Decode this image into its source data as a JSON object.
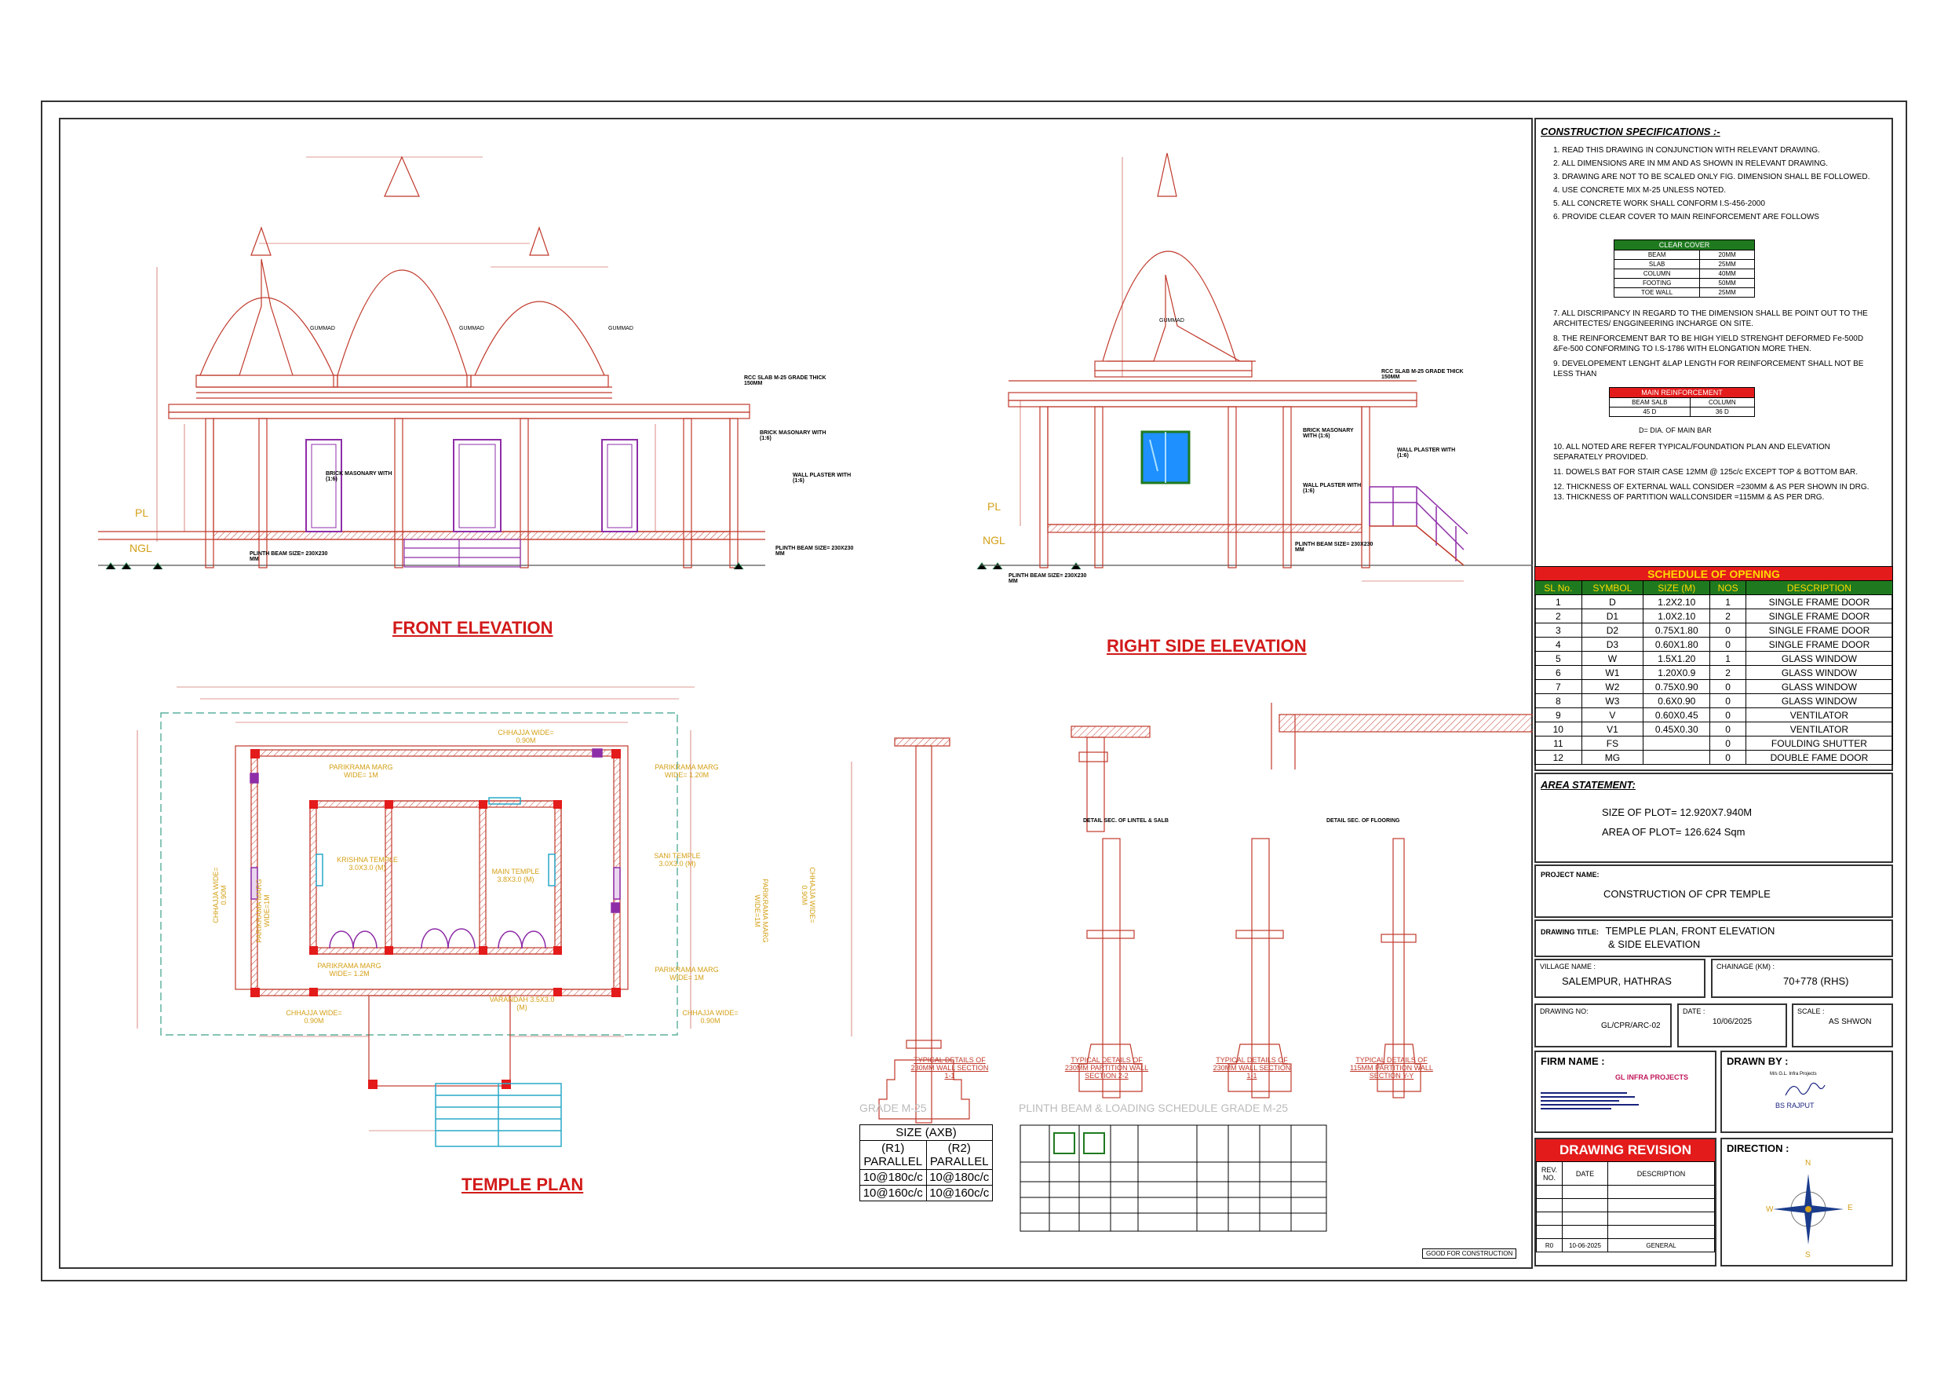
{
  "drawing": {
    "front_elevation_title": "FRONT ELEVATION",
    "right_side_elevation_title": "RIGHT SIDE ELEVATION",
    "temple_plan_title": "TEMPLE PLAN",
    "gummad_label": "GUMMAD",
    "rcc_slab_note": "RCC SLAB M-25 GRADE THICK 150MM",
    "brick_masonry_note": "BRICK MASONARY WITH (1:6)",
    "wall_plaster_note": "WALL PLASTER WITH (1:6)",
    "plinth_beam_note": "PLINTH BEAM SIZE= 230X230 MM",
    "pl_label": "PL",
    "ngl_label": "NGL",
    "plan_labels": {
      "chhajja_top": "CHHAJJA WIDE= 0.90M",
      "parikrama_left_top": "PARIKRAMA MARG WIDE= 1M",
      "parikrama_right_top": "PARIKRAMA MARG WIDE= 1.20M",
      "krishna_temple": "KRISHNA TEMPLE 3.0X3.0 (M)",
      "main_temple": "MAIN TEMPLE 3.8X3.0 (M)",
      "sani_temple": "SANI TEMPLE 3.0X3.0 (M)",
      "parikrama_bottom_left": "PARIKRAMA MARG WIDE= 1.2M",
      "parikrama_bottom_right": "PARIKRAMA MARG WIDE= 1M",
      "varandah": "VARANDAH 3.5X3.0 (M)",
      "chhajja_bottom_left": "CHHAJJA WIDE= 0.90M",
      "chhajja_bottom_right": "CHHAJJA WIDE= 0.90M",
      "chhajja_left": "CHHAJJA WIDE= 0.90M",
      "chhajja_right": "CHHAJJA WIDE= 0.90M",
      "parikrama_left": "PARIKRAMA MARG WIDE=1M",
      "parikrama_right": "PARIKRAMA MARG WIDE=1M"
    },
    "section_titles": [
      "TYPICAL DETAILS OF 230MM WALL SECTION 1-1",
      "TYPICAL DETAILS OF 230MM PARTITION WALL SECTION 2-2",
      "TYPICAL DETAILS OF 230MM WALL SECTION 1-1",
      "TYPICAL DETAILS OF 115MM PARTITION WALL SECTION Y-Y"
    ],
    "detail_sec_lintel": "DETAIL SEC. OF LINTEL & SALB",
    "detail_sec_flooring": "DETAIL SEC. OF FLOORING",
    "grade_label": "GRADE M-25",
    "plinth_schedule_title": "PLINTH BEAM & LOADING SCHEDULE GRADE M-25",
    "good_for_construction": "GOOD FOR CONSTRUCTION"
  },
  "slab_table": {
    "size_header": "SIZE (AXB)",
    "col1": "(R1) PARALLEL",
    "col2": "(R2) PARALLEL",
    "rows": [
      [
        "10@180c/c",
        "10@180c/c"
      ],
      [
        "10@160c/c",
        "10@160c/c"
      ]
    ]
  },
  "specs": {
    "title": "CONSTRUCTION SPECIFICATIONS :-",
    "items": [
      "1.  READ THIS DRAWING IN CONJUNCTION WITH RELEVANT DRAWING.",
      "2.  ALL DIMENSIONS ARE IN MM AND AS SHOWN IN RELEVANT DRAWING.",
      "3.  DRAWING ARE NOT TO BE SCALED ONLY FIG. DIMENSION SHALL BE FOLLOWED.",
      "4.  USE CONCRETE MIX M-25 UNLESS NOTED.",
      "5.  ALL CONCRETE WORK SHALL CONFORM I.S-456-2000",
      "6.  PROVIDE CLEAR COVER TO MAIN REINFORCEMENT ARE FOLLOWS"
    ],
    "clear_cover_title": "CLEAR COVER",
    "clear_cover": [
      [
        "BEAM",
        "20MM"
      ],
      [
        "SLAB",
        "25MM"
      ],
      [
        "COLUMN",
        "40MM"
      ],
      [
        "FOOTING",
        "50MM"
      ],
      [
        "TOE WALL",
        "25MM"
      ]
    ],
    "items2": [
      "7.  ALL DISCRIPANCY IN REGARD TO THE DIMENSION SHALL BE POINT OUT TO THE ARCHITECTES/ ENGGINEERING INCHARGE ON SITE.",
      "8.  THE REINFORCEMENT BAR TO BE HIGH YIELD STRENGHT DEFORMED Fe-500D &Fe-500 CONFORMING TO I.S-1786 WITH ELONGATION MORE THEN.",
      "9.  DEVELOPEMENT LENGHT &LAP LENGTH FOR REINFORCEMENT SHALL NOT BE LESS THAN"
    ],
    "main_reinf_title": "MAIN REINFORCEMENT",
    "main_reinf_head": [
      "BEAM SALB",
      "COLUMN"
    ],
    "main_reinf_vals": [
      "45 D",
      "36 D"
    ],
    "dia_note": "D= DIA. OF MAIN BAR",
    "items3": [
      "10. ALL NOTED ARE REFER TYPICAL/FOUNDATION PLAN AND ELEVATION SEPARATELY PROVIDED.",
      "11. DOWELS BAT FOR STAIR CASE 12MM @ 125c/c EXCEPT TOP & BOTTOM BAR.",
      "12. THICKNESS OF EXTERNAL WALL CONSIDER =230MM & AS PER SHOWN IN DRG.",
      "13. THICKNESS OF PARTITION WALLCONSIDER =115MM & AS PER DRG."
    ]
  },
  "schedule": {
    "title": "SCHEDULE OF OPENING",
    "headers": [
      "SL No.",
      "SYMBOL",
      "SIZE (M)",
      "NOS",
      "DESCRIPTION"
    ],
    "rows": [
      [
        "1",
        "D",
        "1.2X2.10",
        "1",
        "SINGLE FRAME DOOR"
      ],
      [
        "2",
        "D1",
        "1.0X2.10",
        "2",
        "SINGLE FRAME DOOR"
      ],
      [
        "3",
        "D2",
        "0.75X1.80",
        "0",
        "SINGLE FRAME DOOR"
      ],
      [
        "4",
        "D3",
        "0.60X1.80",
        "0",
        "SINGLE FRAME DOOR"
      ],
      [
        "5",
        "W",
        "1.5X1.20",
        "1",
        "GLASS WINDOW"
      ],
      [
        "6",
        "W1",
        "1.20X0.9",
        "2",
        "GLASS WINDOW"
      ],
      [
        "7",
        "W2",
        "0.75X0.90",
        "0",
        "GLASS WINDOW"
      ],
      [
        "8",
        "W3",
        "0.6X0.90",
        "0",
        "GLASS WINDOW"
      ],
      [
        "9",
        "V",
        "0.60X0.45",
        "0",
        "VENTILATOR"
      ],
      [
        "10",
        "V1",
        "0.45X0.30",
        "0",
        "VENTILATOR"
      ],
      [
        "11",
        "FS",
        "",
        "0",
        "FOULDING SHUTTER"
      ],
      [
        "12",
        "MG",
        "",
        "0",
        "DOUBLE FAME DOOR"
      ]
    ]
  },
  "area": {
    "title": "AREA STATEMENT:",
    "size": "SIZE OF PLOT= 12.920X7.940M",
    "area": "AREA OF PLOT= 126.624 Sqm"
  },
  "project": {
    "label": "PROJECT NAME:",
    "name": "CONSTRUCTION OF CPR TEMPLE",
    "title_label": "DRAWING TITLE:",
    "title_line1": "TEMPLE PLAN, FRONT ELEVATION",
    "title_line2": "& SIDE ELEVATION",
    "village_label": "VILLAGE NAME :",
    "village": "SALEMPUR, HATHRAS",
    "chainage_label": "CHAINAGE (KM) :",
    "chainage": "70+778 (RHS)",
    "drawing_no_label": "DRAWING NO:",
    "drawing_no": "GL/CPR/ARC-02",
    "date_label": "DATE :",
    "date": "10/06/2025",
    "scale_label": "SCALE :",
    "scale": "AS SHWON"
  },
  "firm": {
    "label": "FIRM NAME :",
    "name": "GL INFRA PROJECTS",
    "drawn_by_label": "DRAWN BY :",
    "drawn_firm": "M/s G.L. Infra Projects",
    "drawn_by": "BS RAJPUT"
  },
  "revision": {
    "title": "DRAWING REVISION",
    "headers": [
      "REV. NO.",
      "DATE",
      "DESCRIPTION"
    ],
    "row": [
      "R0",
      "10-06-2025",
      "GENERAL"
    ]
  },
  "direction": {
    "label": "DIRECTION :",
    "n": "N",
    "s": "S",
    "e": "E",
    "w": "W"
  },
  "colors": {
    "line_red": "#c0392b",
    "title_red": "#d21a1a",
    "label_yellow": "#d4a017",
    "door_purple": "#8e2da8",
    "window_cyan": "#29a8c9",
    "green": "#1f7a1f",
    "teal": "#3aa08a"
  }
}
